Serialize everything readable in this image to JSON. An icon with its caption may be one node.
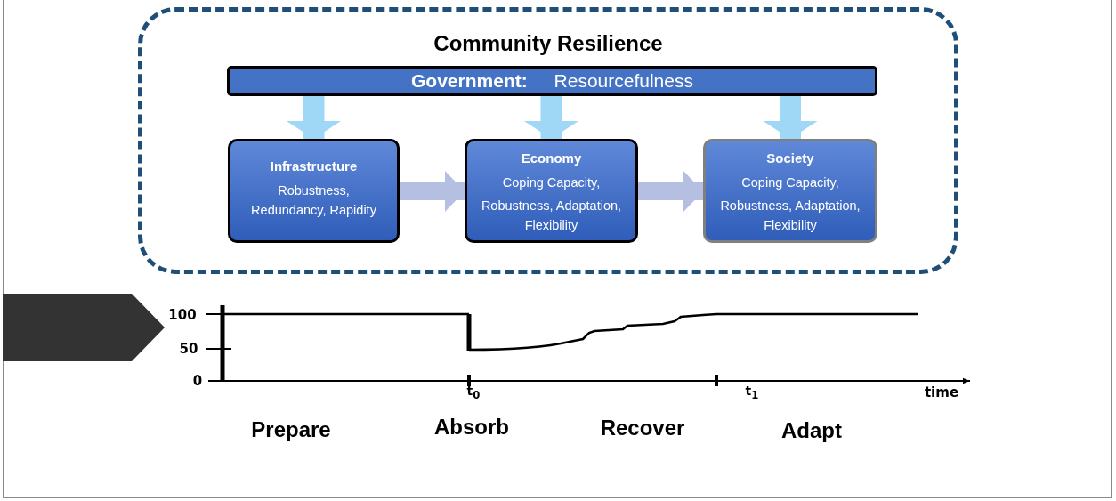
{
  "diagram": {
    "nodes": [
      {
        "text": [
          "Community Resilience"
        ]
      },
      {
        "text": [
          "**Government:** Resourcefulness"
        ],
        "in": 0
      },
      {
        "text": [
          "Infrastructure",
          "Robustness, Redundancy, Rapidity"
        ],
        "in": 0
      },
      {
        "text": [
          "Economy",
          "Coping Capacity,",
          "Robustness, Adaptation, Flexibility"
        ],
        "in": 0
      },
      {
        "text": [
          "Society",
          "Coping Capacity,",
          "Robustness, Adaptation, Flexibility"
        ],
        "in": 0
      }
    ],
    "edges": [
      {
        "from": 1,
        "to": 2,
        "arrow": "to"
      },
      {
        "from": 1,
        "to": 3,
        "arrow": "to"
      },
      {
        "from": 1,
        "to": 4,
        "arrow": "to"
      },
      {
        "from": 2,
        "to": 3,
        "arrow": "to",
        "color": "#b4bfe2"
      },
      {
        "from": 3,
        "to": 4,
        "arrow": "to",
        "color": "#b4bfe2"
      }
    ],
    "labels": [
      "100",
      "50",
      "0",
      "t$_{0}$",
      "t$_{1}$",
      "time",
      "Prepare",
      "Absorb",
      "Recover",
      "Adapt"
    ]
  }
}
